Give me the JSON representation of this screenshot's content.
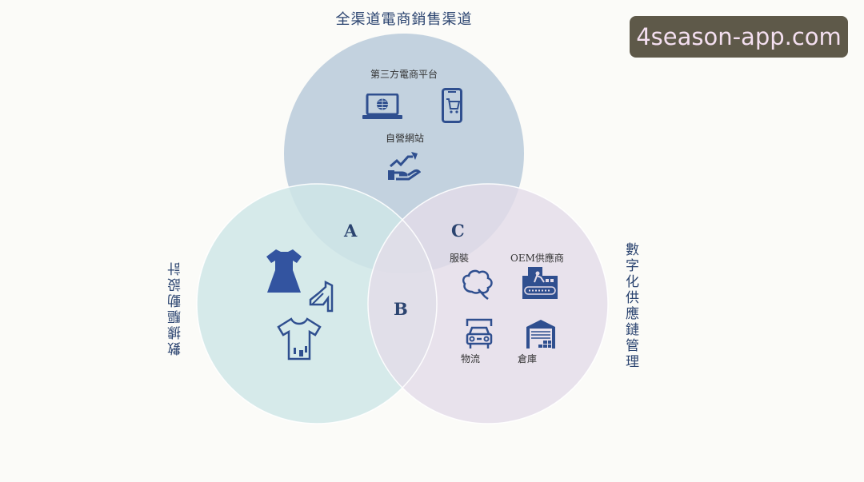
{
  "diagram": {
    "title_top": "全渠道電商銷售渠道",
    "label_left": "數據驅動設計",
    "label_right": "數字化供應鏈管理",
    "watermark": "4season-app.com",
    "circles": [
      {
        "name": "全渠道電商銷售渠道",
        "color": "#b9cadb"
      },
      {
        "name": "數據驅動設計",
        "color": "#cfe6e8"
      },
      {
        "name": "數字化供應鏈管理",
        "color": "#e5dde8"
      }
    ],
    "intersections": {
      "a": "A",
      "b": "B",
      "c": "C"
    },
    "top_circle": {
      "platform_label": "第三方電商平台",
      "site_label": "自營網站",
      "icons": [
        "laptop-globe-icon",
        "phone-cart-icon",
        "hand-growth-icon"
      ]
    },
    "left_circle": {
      "icons": [
        "dress-icon",
        "high-heel-icon",
        "tshirt-icon"
      ]
    },
    "right_circle": {
      "apparel_label": "服裝",
      "oem_label": "OEM供應商",
      "logistics_label": "物流",
      "warehouse_label": "倉庫",
      "icons": [
        "cotton-icon",
        "factory-conveyor-icon",
        "truck-icon",
        "warehouse-icon"
      ]
    },
    "accent_color": "#2f4f8f"
  }
}
